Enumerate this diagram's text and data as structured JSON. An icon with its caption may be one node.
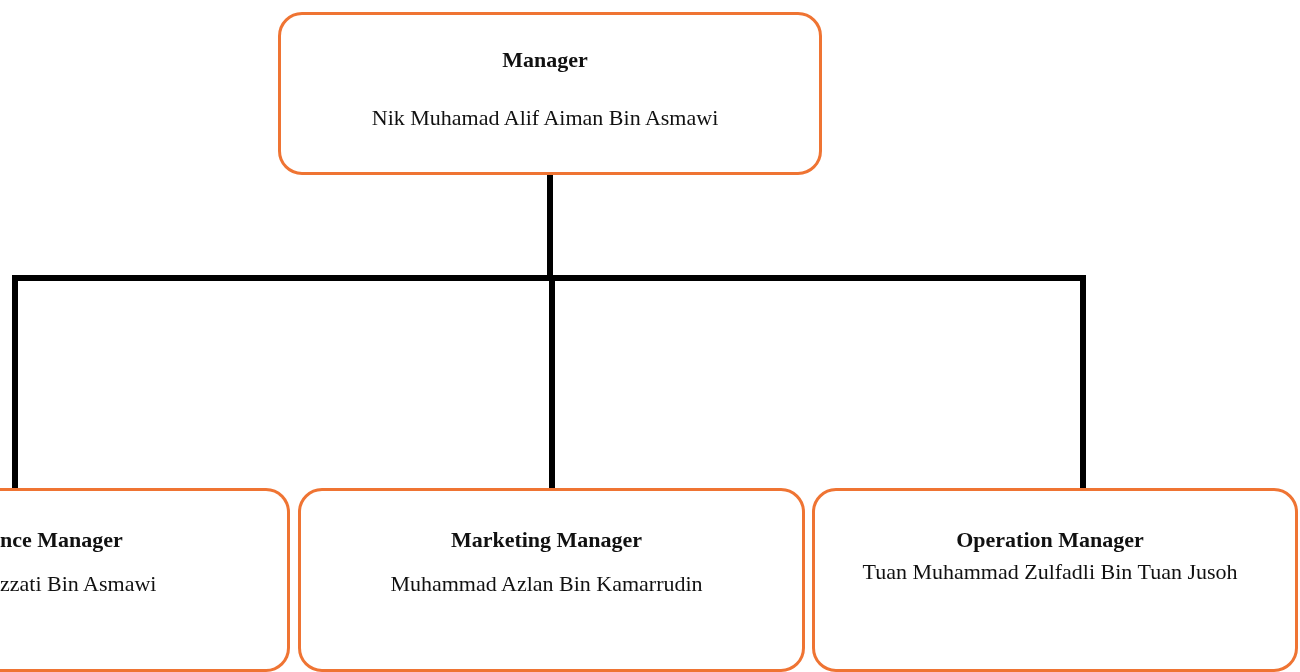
{
  "diagram": {
    "nodes": [
      {
        "text": [
          "Manager",
          "Nik Muhamad Alif Aiman Bin Asmawi"
        ]
      },
      {
        "text": [
          "nce Manager",
          "zzati Bin Asmawi"
        ]
      },
      {
        "text": [
          "Marketing Manager",
          "Muhammad Azlan Bin Kamarrudin"
        ]
      },
      {
        "text": [
          "Operation Manager",
          "Tuan Muhammad Zulfadli Bin Tuan Jusoh"
        ]
      }
    ],
    "edges": [
      {
        "from": 0,
        "to": 1,
        "arrow": "none"
      },
      {
        "from": 0,
        "to": 2,
        "arrow": "none"
      },
      {
        "from": 0,
        "to": 3,
        "arrow": "none"
      }
    ]
  }
}
